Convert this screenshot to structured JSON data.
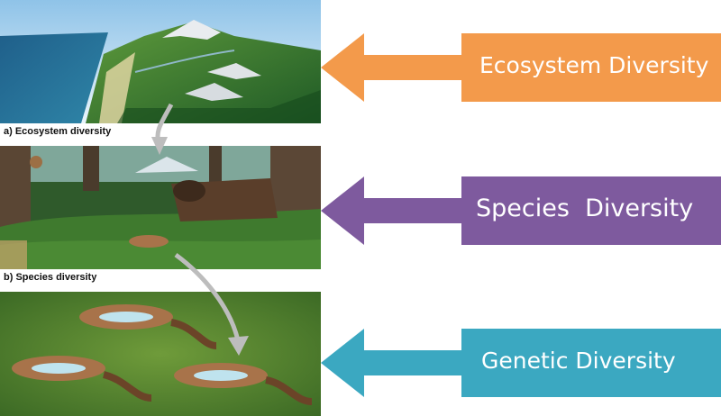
{
  "panels": {
    "ecosystem": {
      "caption": "a) Ecosystem diversity"
    },
    "species": {
      "caption": "b) Species diversity"
    },
    "genetic": {
      "caption": ""
    }
  },
  "labels": [
    {
      "text": "Ecosystem Diversity",
      "color": "#F39A4B"
    },
    {
      "text": "Species  Diversity",
      "color": "#7E5A9E"
    },
    {
      "text": "Genetic Diversity",
      "color": "#3BA8C1"
    }
  ],
  "colors": {
    "ecosystem_arrow": "#F39A4B",
    "species_arrow": "#7E5A9E",
    "genetic_arrow": "#3BA8C1",
    "flow_arrow": "#BDBDBD"
  }
}
